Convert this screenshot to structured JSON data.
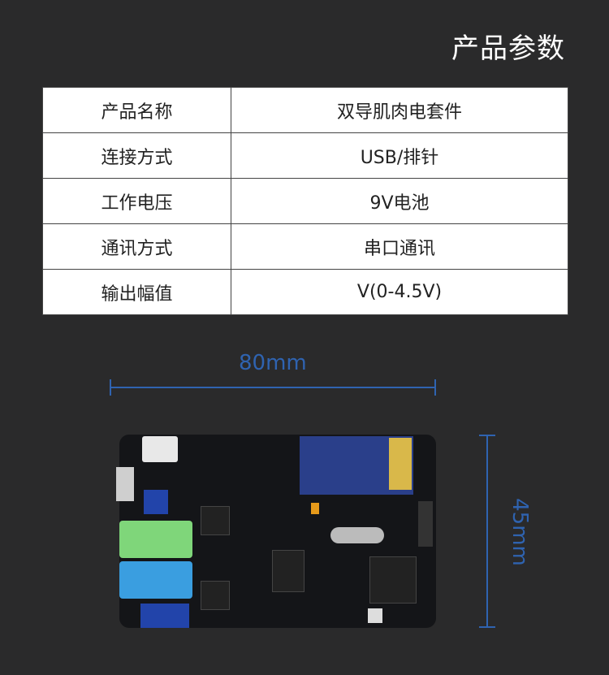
{
  "title": "产品参数",
  "specs": [
    {
      "label": "产品名称",
      "value": "双导肌肉电套件"
    },
    {
      "label": "连接方式",
      "value": "USB/排针"
    },
    {
      "label": "工作电压",
      "value": "9V电池"
    },
    {
      "label": "通讯方式",
      "value": "串口通讯"
    },
    {
      "label": "输出幅值",
      "value": "V(0-4.5V)"
    }
  ],
  "dimensions": {
    "width": "80mm",
    "height": "45mm"
  },
  "colors": {
    "background": "#2a2a2b",
    "dimension": "#2f63b0"
  }
}
